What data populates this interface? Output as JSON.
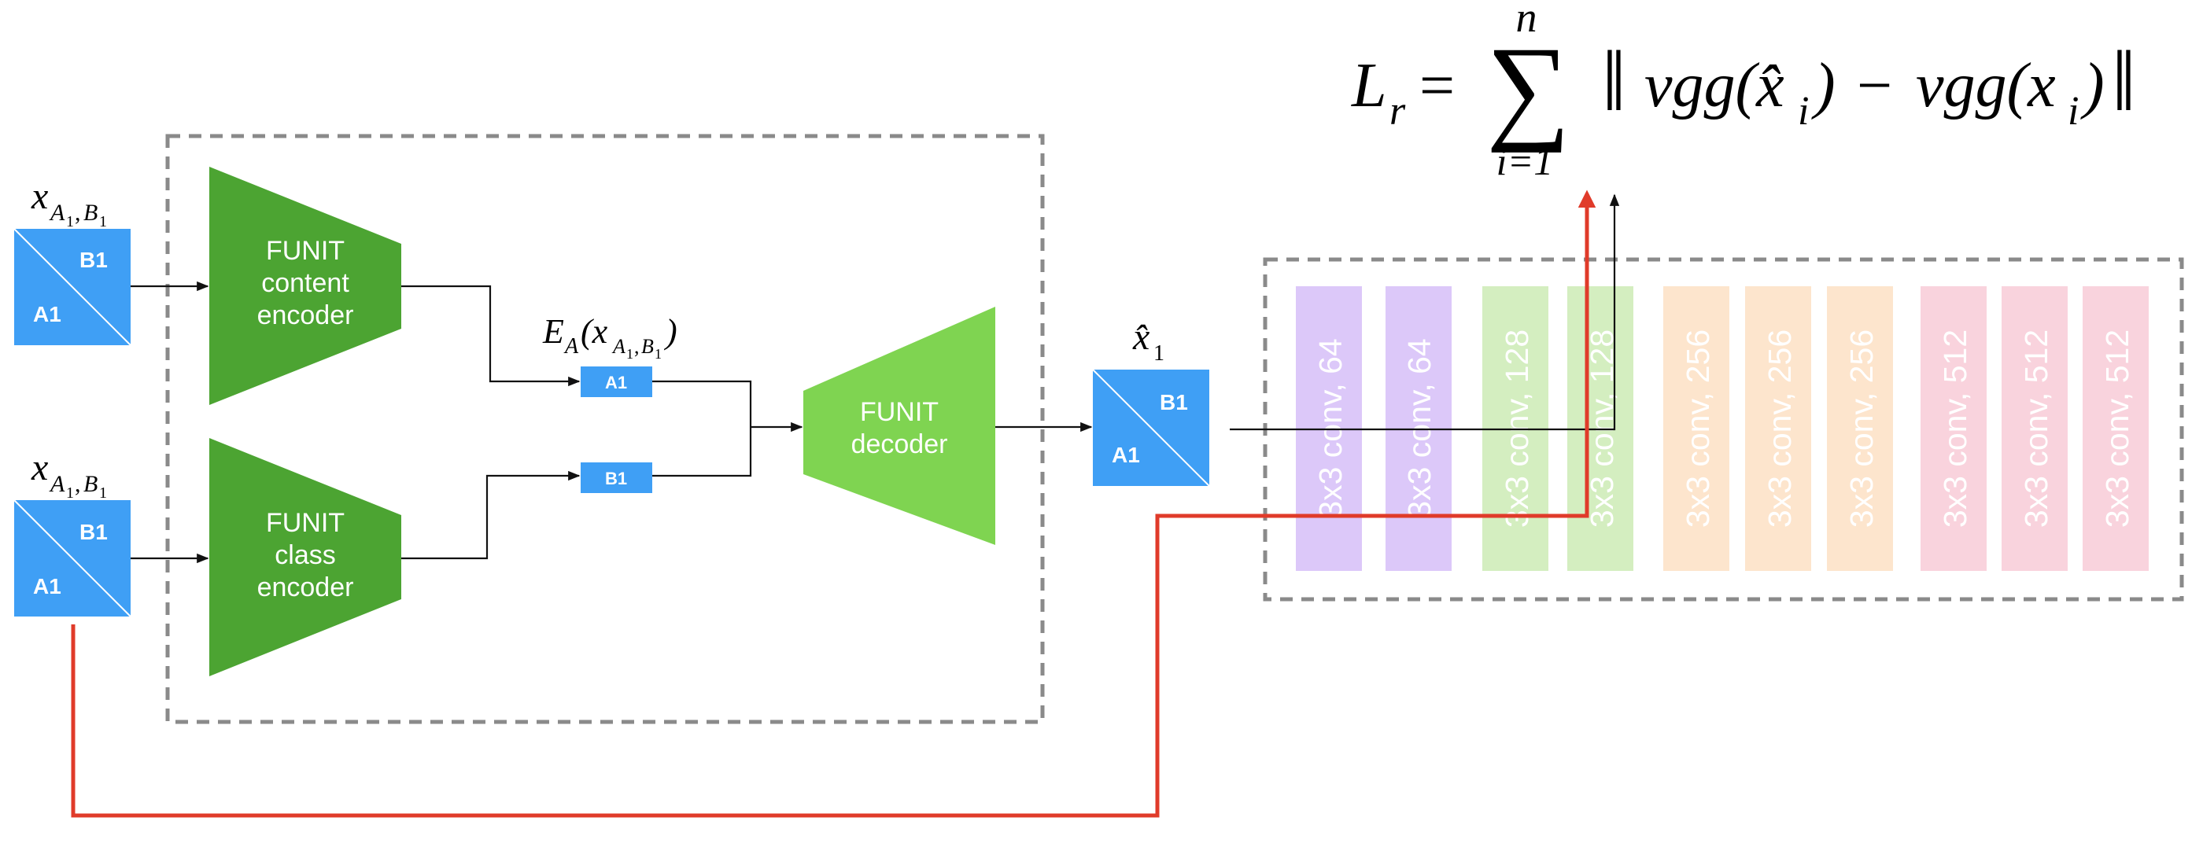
{
  "formula": {
    "lhs_main": "L",
    "lhs_sub": "r",
    "equals": "=",
    "sigma": "∑",
    "upper": "n",
    "lower": "i=1",
    "term_a": "vgg(x̂",
    "term_a_sub": "i",
    "term_a_close": ")",
    "minus": "−",
    "term_b": "vgg(x",
    "term_b_sub": "i",
    "term_b_close": ")",
    "norm_bar": "‖"
  },
  "inputs": [
    {
      "var": "x",
      "sub_a": "A",
      "sub_a_idx": "1",
      "comma": ",",
      "sub_b": "B",
      "sub_b_idx": "1",
      "top_label": "B1",
      "bottom_label": "A1"
    },
    {
      "var": "x",
      "sub_a": "A",
      "sub_a_idx": "1",
      "comma": ",",
      "sub_b": "B",
      "sub_b_idx": "1",
      "top_label": "B1",
      "bottom_label": "A1"
    }
  ],
  "encoders": {
    "content": [
      "FUNIT",
      "content",
      "encoder"
    ],
    "class": [
      "FUNIT",
      "class",
      "encoder"
    ]
  },
  "latent": {
    "expr_main": "E",
    "expr_sub": "A",
    "expr_open": "(x",
    "expr_sub_a": "A",
    "expr_sub_a_idx": "1",
    "expr_comma": ",",
    "expr_sub_b": "B",
    "expr_sub_b_idx": "1",
    "expr_close": ")",
    "content_code": "A1",
    "class_code": "B1"
  },
  "decoder": [
    "FUNIT",
    "decoder"
  ],
  "output": {
    "var": "x̂",
    "sub": "1",
    "top_label": "B1",
    "bottom_label": "A1"
  },
  "vgg_layers": [
    {
      "label": "3x3 conv, 64",
      "color": "#dcc8f9"
    },
    {
      "label": "3x3 conv, 64",
      "color": "#dcc8f9"
    },
    {
      "label": "3x3 conv, 128",
      "color": "#d4eec0"
    },
    {
      "label": "3x3 conv, 128",
      "color": "#d4eec0"
    },
    {
      "label": "3x3 conv, 256",
      "color": "#fde5cd"
    },
    {
      "label": "3x3 conv, 256",
      "color": "#fde5cd"
    },
    {
      "label": "3x3 conv, 256",
      "color": "#fde5cd"
    },
    {
      "label": "3x3 conv, 512",
      "color": "#f9d3dd"
    },
    {
      "label": "3x3 conv, 512",
      "color": "#f9d3dd"
    },
    {
      "label": "3x3 conv, 512",
      "color": "#f9d3dd"
    }
  ],
  "colors": {
    "image_blue": "#3f9ff5",
    "encoder_green": "#4ca432",
    "decoder_green": "#7fd451",
    "loss_red": "#e03b2a",
    "dashed_gray": "#8a8a8a"
  }
}
